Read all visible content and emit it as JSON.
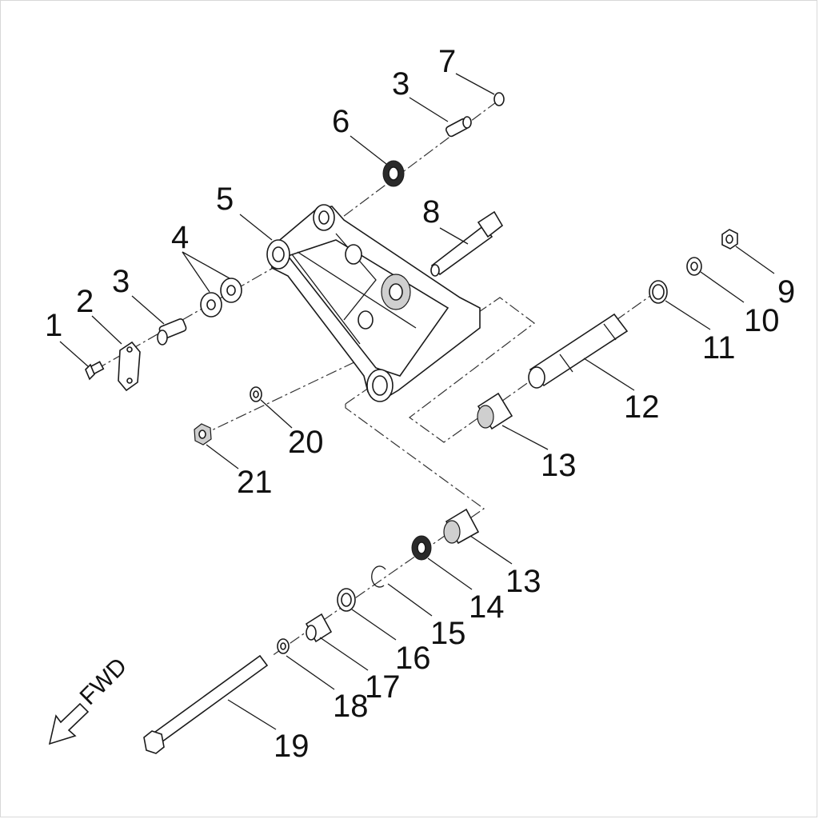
{
  "diagram": {
    "fwd_label": "FWD",
    "callouts": [
      {
        "id": "c1",
        "text": "1"
      },
      {
        "id": "c2",
        "text": "2"
      },
      {
        "id": "c3a",
        "text": "3"
      },
      {
        "id": "c4",
        "text": "4"
      },
      {
        "id": "c5",
        "text": "5"
      },
      {
        "id": "c6",
        "text": "6"
      },
      {
        "id": "c3b",
        "text": "3"
      },
      {
        "id": "c7",
        "text": "7"
      },
      {
        "id": "c8",
        "text": "8"
      },
      {
        "id": "c9",
        "text": "9"
      },
      {
        "id": "c10",
        "text": "10"
      },
      {
        "id": "c11",
        "text": "11"
      },
      {
        "id": "c12",
        "text": "12"
      },
      {
        "id": "c13a",
        "text": "13"
      },
      {
        "id": "c20",
        "text": "20"
      },
      {
        "id": "c21",
        "text": "21"
      },
      {
        "id": "c13b",
        "text": "13"
      },
      {
        "id": "c14",
        "text": "14"
      },
      {
        "id": "c15",
        "text": "15"
      },
      {
        "id": "c16",
        "text": "16"
      },
      {
        "id": "c17",
        "text": "17"
      },
      {
        "id": "c18",
        "text": "18"
      },
      {
        "id": "c19",
        "text": "19"
      }
    ]
  }
}
